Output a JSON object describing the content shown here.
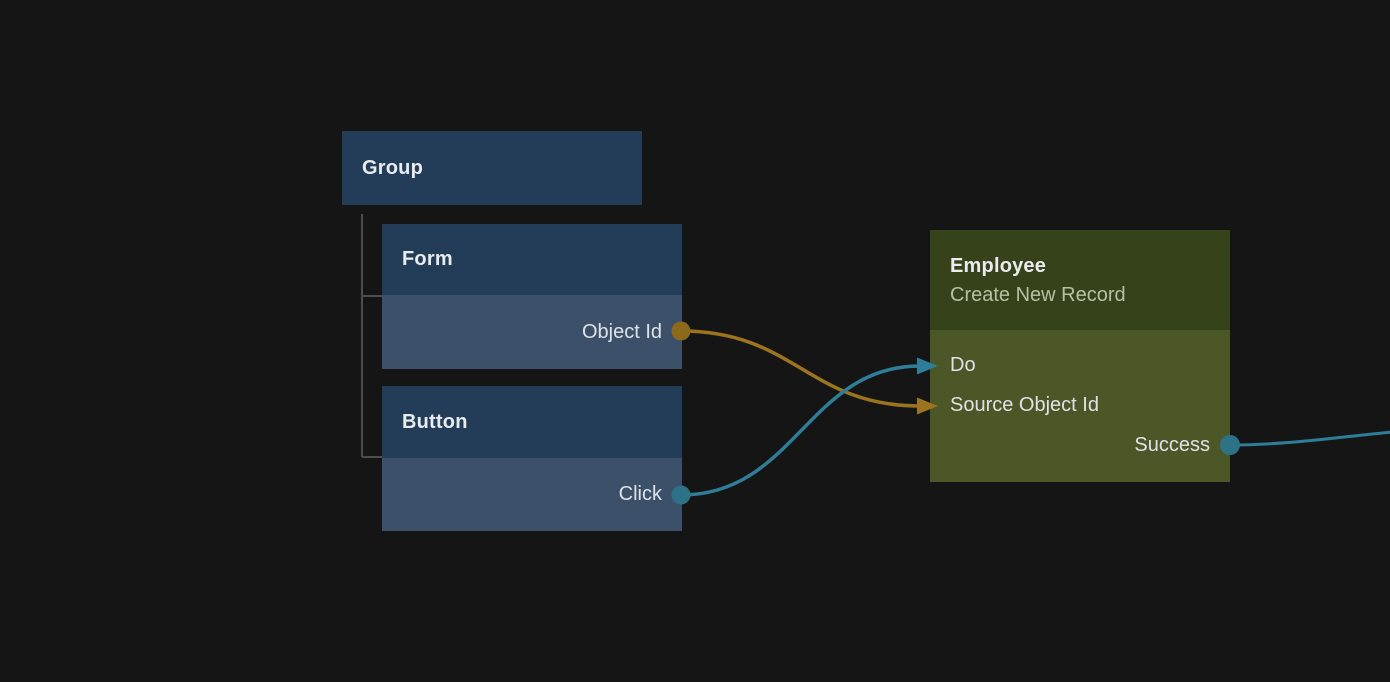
{
  "canvas": {
    "background": "#151515",
    "tree_line_color": "#4d4d4d"
  },
  "colors": {
    "blue_header": "#233c57",
    "blue_body": "#3d5069",
    "olive_header": "#36421a",
    "olive_body": "#4c5728",
    "orange_edge": "#9c7420",
    "orange_dot": "#8d691c",
    "teal_edge": "#2e7e99",
    "teal_dot": "#2e7287",
    "tree_line": "#4d4d4d"
  },
  "nodes": {
    "group": {
      "title": "Group"
    },
    "form": {
      "title": "Form",
      "outputs": [
        {
          "label": "Object Id",
          "port_color": "#8d691c"
        }
      ]
    },
    "button": {
      "title": "Button",
      "outputs": [
        {
          "label": "Click",
          "port_color": "#2e7287"
        }
      ]
    },
    "employee": {
      "title": "Employee",
      "subtitle": "Create New Record",
      "inputs": [
        {
          "label": "Do",
          "arrow_color": "#2e7e99"
        },
        {
          "label": "Source Object Id",
          "arrow_color": "#9c7420"
        }
      ],
      "outputs": [
        {
          "label": "Success",
          "port_color": "#2e7287"
        }
      ]
    }
  },
  "edges": [
    {
      "name": "object-id-to-source-object-id",
      "from": "Form.Object Id",
      "to": "Employee.Source Object Id",
      "color": "#9c7420"
    },
    {
      "name": "click-to-do",
      "from": "Button.Click",
      "to": "Employee.Do",
      "color": "#2e7e99"
    },
    {
      "name": "success-out",
      "from": "Employee.Success",
      "to": "offscreen-right",
      "color": "#2e7e99"
    }
  ]
}
